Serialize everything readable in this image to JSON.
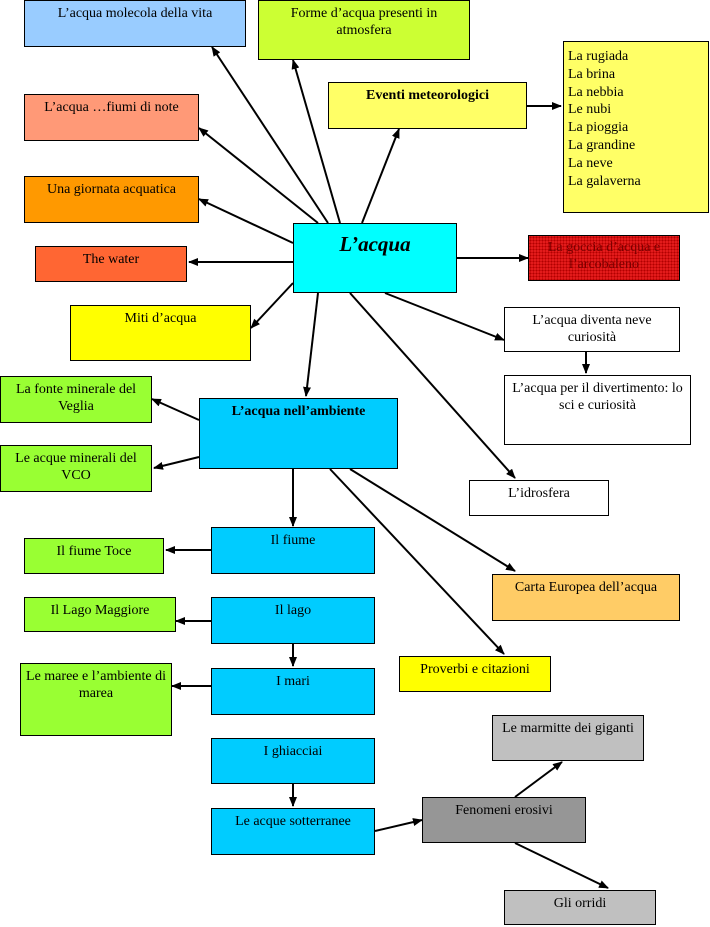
{
  "diagram": {
    "center": "L’acqua",
    "nodes": {
      "molecola": "L’acqua molecola della vita",
      "forme": "Forme d’acqua presenti in atmosfera",
      "eventi": "Eventi meteorologici",
      "fiumi_note": "L’acqua …fiumi di note",
      "giornata": "Una giornata acquatica",
      "water": "The water",
      "goccia": "La goccia d’acqua e l’arcobaleno",
      "miti": "Miti d’acqua",
      "neve": "L’acqua diventa neve curiosità",
      "divertimento": "L’acqua per il divertimento: lo sci e curiosità",
      "fonte": "La fonte minerale del Veglia",
      "ambiente": "L’acqua nell’ambiente",
      "minerali": "Le acque minerali del VCO",
      "idrosfera": "L’idrosfera",
      "fiume": "Il fiume",
      "toce": "Il fiume Toce",
      "carta": "Carta Europea dell’acqua",
      "lago": "Il lago",
      "maggiore": "Il Lago Maggiore",
      "proverbi": "Proverbi e citazioni",
      "mari": "I mari",
      "maree": "Le maree e l’ambiente di marea",
      "marmitte": "Le marmitte dei giganti",
      "ghiacciai": "I ghiacciai",
      "fenomeni": "Fenomeni erosivi",
      "sotterranee": "Le acque sotterranee",
      "orridi": "Gli orridi"
    },
    "meteo_list": [
      "La rugiada",
      "La brina",
      "La nebbia",
      "Le nubi",
      "La pioggia",
      "La grandine",
      "La neve",
      "La galaverna"
    ]
  },
  "colors": {
    "cyan_center": "#00ffff",
    "light_blue": "#00ccff",
    "sky": "#99ccff",
    "lime": "#ccff33",
    "yellow": "#ffff66",
    "salmon": "#ff9977",
    "orange": "#ff9900",
    "tomato": "#ff6633",
    "red": "#e31b1b",
    "green": "#99ff33",
    "peach": "#ffcc66",
    "light_gray": "#c0c0c0",
    "dark_gray": "#969696",
    "white": "#ffffff"
  }
}
